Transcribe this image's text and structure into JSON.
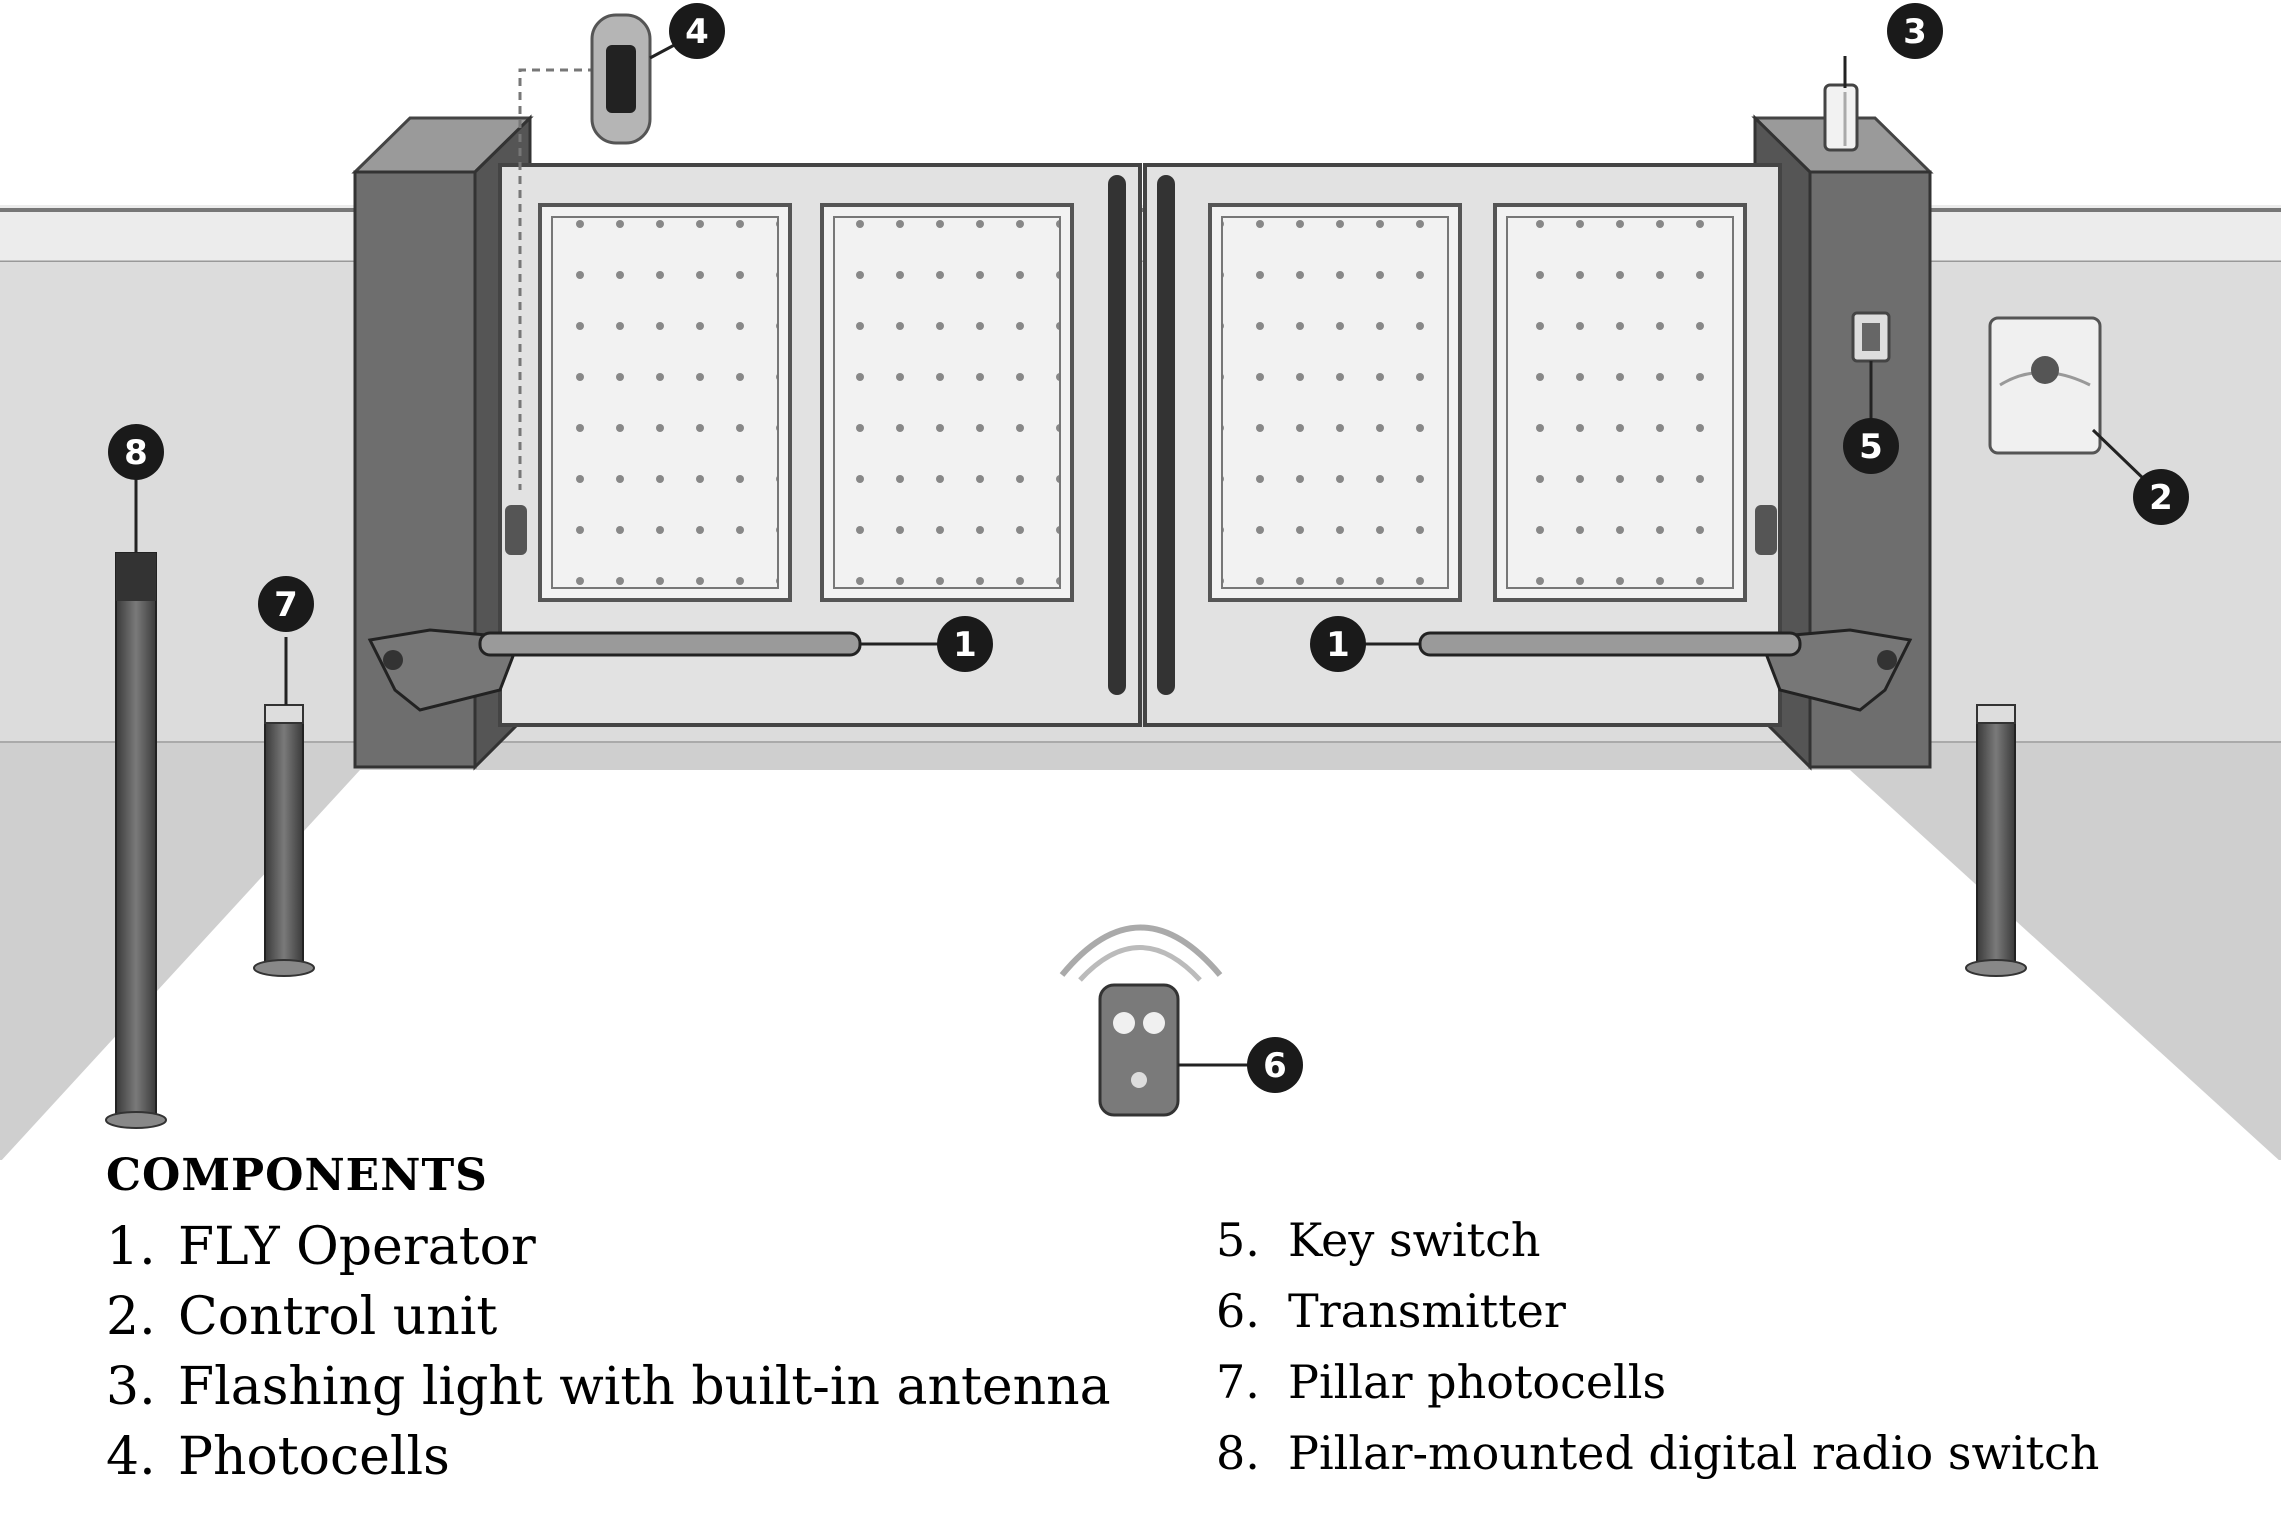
{
  "legend": {
    "heading": "COMPONENTS",
    "items_left": [
      {
        "num": "1.",
        "label": "FLY Operator"
      },
      {
        "num": "2.",
        "label": "Control unit"
      },
      {
        "num": "3.",
        "label": "Flashing light with built-in antenna"
      },
      {
        "num": "4.",
        "label": "Photocells"
      }
    ],
    "items_right": [
      {
        "num": "5.",
        "label": "Key switch"
      },
      {
        "num": "6.",
        "label": "Transmitter"
      },
      {
        "num": "7.",
        "label": "Pillar photocells"
      },
      {
        "num": "8.",
        "label": "Pillar-mounted digital radio switch"
      }
    ]
  },
  "callouts": {
    "c1a": "1",
    "c1b": "1",
    "c2": "2",
    "c3": "3",
    "c4": "4",
    "c5": "5",
    "c6": "6",
    "c7": "7",
    "c8": "8"
  },
  "colors": {
    "callout_fill": "#1a1a1a",
    "pillar_front": "#6e6e6e",
    "pillar_side": "#5a5a5a",
    "gate_panel": "#e2e2e2",
    "ground": "#ffffff",
    "wall": "#d9d9d9",
    "wall_lower": "#cdcdcd"
  },
  "icons": [
    "gate-operator-icon",
    "control-unit-icon",
    "flashing-light-icon",
    "photocell-icon",
    "key-switch-icon",
    "transmitter-icon",
    "pillar-photocell-icon",
    "radio-switch-pillar-icon"
  ]
}
